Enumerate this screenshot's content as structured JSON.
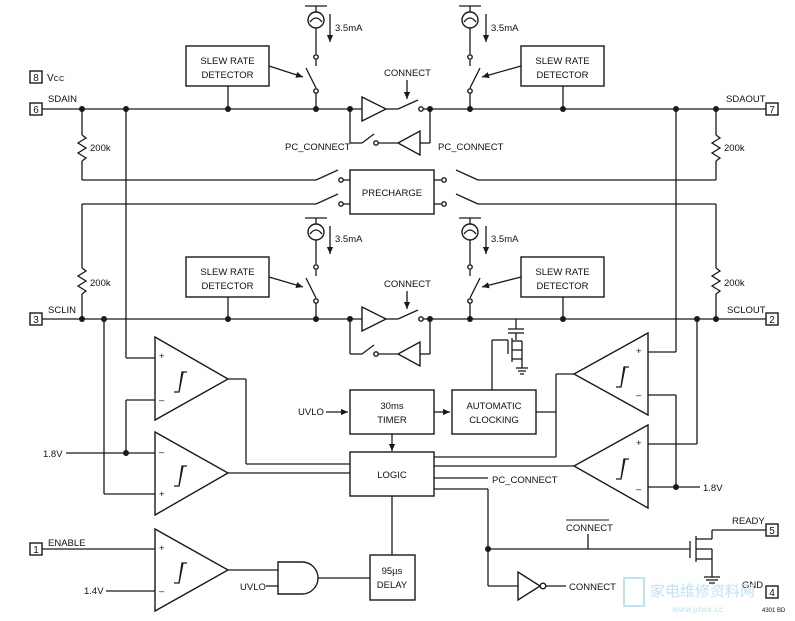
{
  "pins": [
    {
      "num": "8",
      "name": "VCC"
    },
    {
      "num": "6",
      "name": "SDAIN"
    },
    {
      "num": "3",
      "name": "SCLIN"
    },
    {
      "num": "1",
      "name": "ENABLE"
    },
    {
      "num": "7",
      "name": "SDAOUT"
    },
    {
      "num": "2",
      "name": "SCLOUT"
    },
    {
      "num": "5",
      "name": "READY"
    },
    {
      "num": "4",
      "name": "GND"
    }
  ],
  "blocks": {
    "slew_rate_detector": [
      "SLEW RATE",
      "DETECTOR"
    ],
    "precharge": "PRECHARGE",
    "timer": [
      "30ms",
      "TIMER"
    ],
    "automatic_clocking": [
      "AUTOMATIC",
      "CLOCKING"
    ],
    "logic": "LOGIC",
    "delay": [
      "95µs",
      "DELAY"
    ]
  },
  "labels": {
    "current_source": "3.5mA",
    "resistor": "200k",
    "connect": "CONNECT",
    "pc_connect": "PC_CONNECT",
    "connect_bar": "CONNECT",
    "uvlo": "UVLO",
    "ref_1v8": "1.8V",
    "ref_1v4": "1.4V",
    "plus": "+",
    "minus": "–",
    "figure_code": "4301 BD"
  },
  "watermark": {
    "text": "家电维修资料网",
    "url": "www.jdwx.cc"
  }
}
